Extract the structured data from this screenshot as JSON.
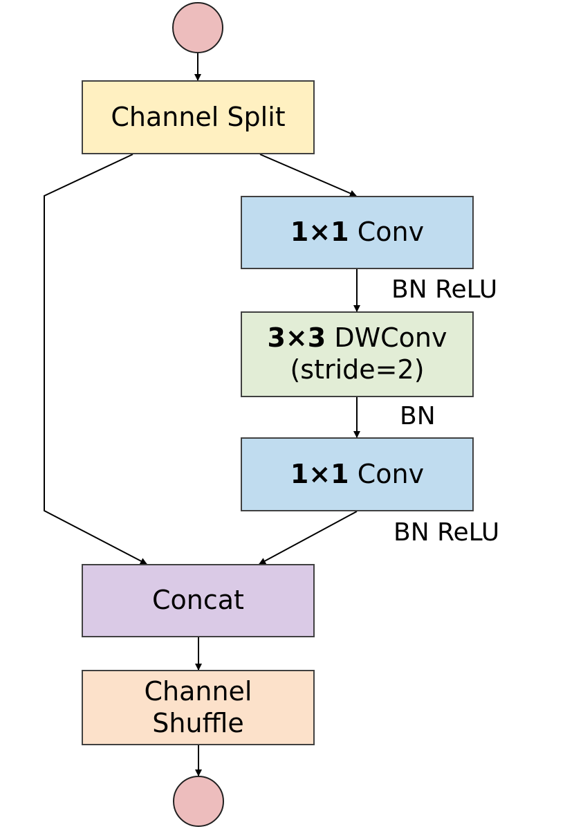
{
  "colors": {
    "terminal": "#EDBDBD",
    "split": "#FFF0C1",
    "conv": "#C0DCEF",
    "dwconv": "#E2EDD6",
    "concat": "#DACAE6",
    "shuffle": "#FCE1CA",
    "border": "#404040",
    "edge": "#000000"
  },
  "nodes": {
    "channel_split": "Channel Split",
    "conv1": {
      "kernel": "1×1",
      "op": "Conv"
    },
    "dwconv": {
      "kernel": "3×3",
      "op": "DWConv",
      "line2": "(stride=2)"
    },
    "conv2": {
      "kernel": "1×1",
      "op": "Conv"
    },
    "concat": "Concat",
    "shuffle": {
      "line1": "Channel",
      "line2": "Shuffle"
    }
  },
  "labels": {
    "after_conv1": "BN ReLU",
    "after_dwconv": "BN",
    "after_conv2": "BN ReLU"
  }
}
